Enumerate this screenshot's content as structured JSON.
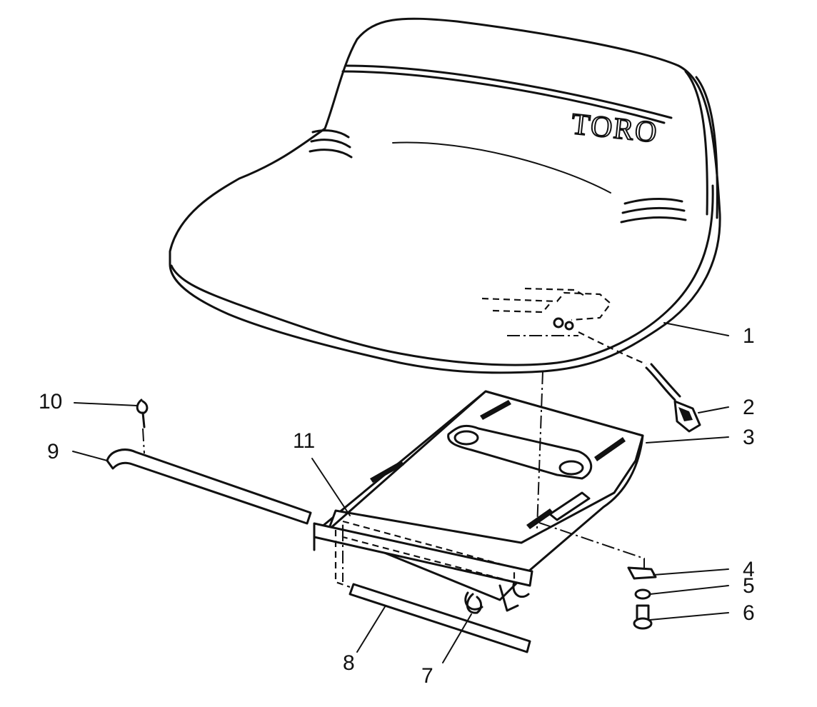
{
  "diagram": {
    "logo_text": "TORO",
    "callouts": [
      {
        "id": "1",
        "label": "1"
      },
      {
        "id": "2",
        "label": "2"
      },
      {
        "id": "3",
        "label": "3"
      },
      {
        "id": "4",
        "label": "4"
      },
      {
        "id": "5",
        "label": "5"
      },
      {
        "id": "6",
        "label": "6"
      },
      {
        "id": "7",
        "label": "7"
      },
      {
        "id": "8",
        "label": "8"
      },
      {
        "id": "9",
        "label": "9"
      },
      {
        "id": "10",
        "label": "10"
      },
      {
        "id": "11",
        "label": "11"
      }
    ]
  }
}
